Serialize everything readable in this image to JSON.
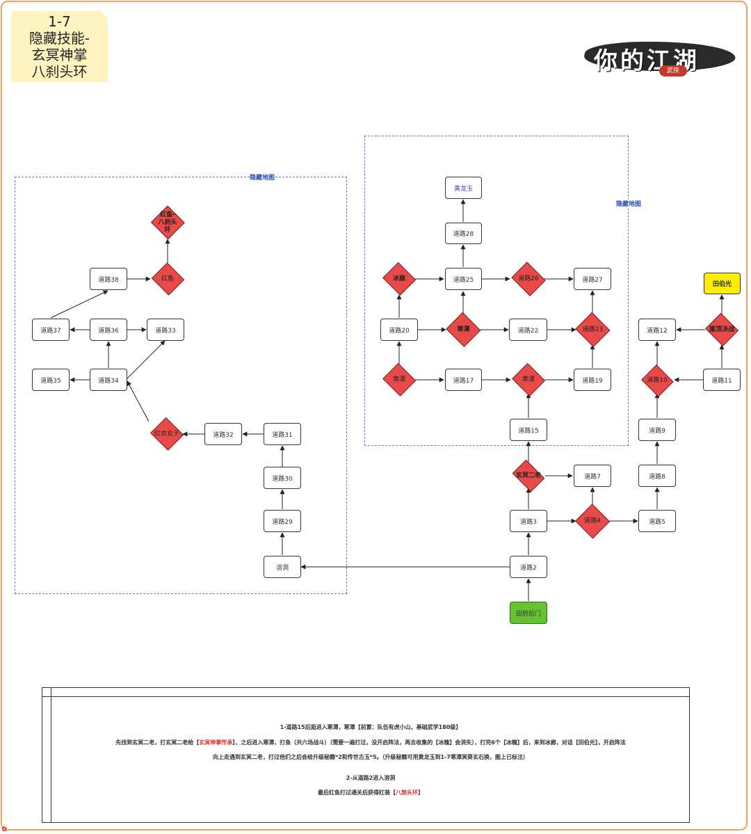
{
  "note": {
    "lines": [
      "1-7",
      "隐藏技能-",
      "玄冥神掌",
      "八刹头环"
    ]
  },
  "logo": {
    "title": "你的江湖",
    "subtitle": "武侠"
  },
  "regions": {
    "left_label": "隐藏地图",
    "right_label": "隐藏地图"
  },
  "nodes": {
    "hong_yu_ba_sha": "红鱼-八刹头环",
    "hong_yu": "红鱼",
    "r38": "道路38",
    "r37": "道路37",
    "r36": "道路36",
    "r33": "道路33",
    "r35": "道路35",
    "r34": "道路34",
    "hong_yi_nv_zi": "红衣女子",
    "r32": "道路32",
    "r31": "道路31",
    "r30": "道路30",
    "r29": "道路29",
    "rong_dong": "溶洞",
    "huang_long_yu": "黄龙玉",
    "r28": "道路28",
    "bing_lang": "冰廊",
    "r25": "道路25",
    "r26": "道路26",
    "r27": "道路27",
    "r20": "道路20",
    "han_tan_1": "寒潭",
    "r22": "道路22",
    "r23": "道路23",
    "han_tan_2": "寒潭",
    "r17": "道路17",
    "han_tan_3": "寒潭",
    "r19": "道路19",
    "r15": "道路15",
    "xuan_ming": "玄冥二老",
    "r7": "道路7",
    "r3": "道路3",
    "r4": "道路4",
    "r5": "道路5",
    "r2": "道路2",
    "tian_fu": "田府后门",
    "r8": "道路8",
    "r9": "道路9",
    "r10": "道路10",
    "r11": "道路11",
    "r12": "道路12",
    "ya_ding": "崖顶决战",
    "tian_bo_guang": "田伯光"
  },
  "description": {
    "l1": "1-道路15后面进入寒潭，寒潭【前置：队伍有虎小山，基础武学180级】",
    "l2_a": "先找到玄冥二老，打玄冥二老给【",
    "l2_red": "玄冥神掌传承",
    "l2_b": "】，之后进入寒潭，打鱼（共六场战斗）（需要一遍打过，没开启阵法，再去收集的【冰魄】会消失），打完6个【冰魄】后，来到冰廊，对话【田伯光】，开启阵法",
    "l3": "向上走遇到玄冥二老，打过他们之后会给升级秘籍*2和传世古玉*5。（升级秘籍可用黄龙玉到1-7寒潭冥葵玄石换，图上已标注）",
    "l4": "2-从道路2进入溶洞",
    "l5_a": "最后红鱼打过通关后获得红装【",
    "l5_red": "八煞头环",
    "l5_b": "】"
  },
  "colors": {
    "diamond": "#e84a4a",
    "start": "#66c133",
    "boss": "#ffee00",
    "region_border": "#5a7fb5",
    "frame": "#f0a060",
    "note": "#fff4c0"
  }
}
